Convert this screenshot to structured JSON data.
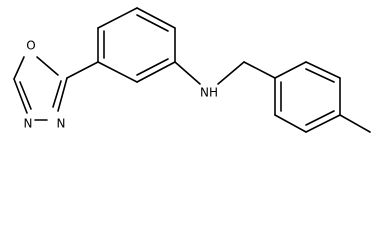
{
  "molecule": {
    "atom_labels": {
      "oxygen": "O",
      "nitrogen_1": "N",
      "nitrogen_2": "N",
      "amine": "NH"
    }
  }
}
